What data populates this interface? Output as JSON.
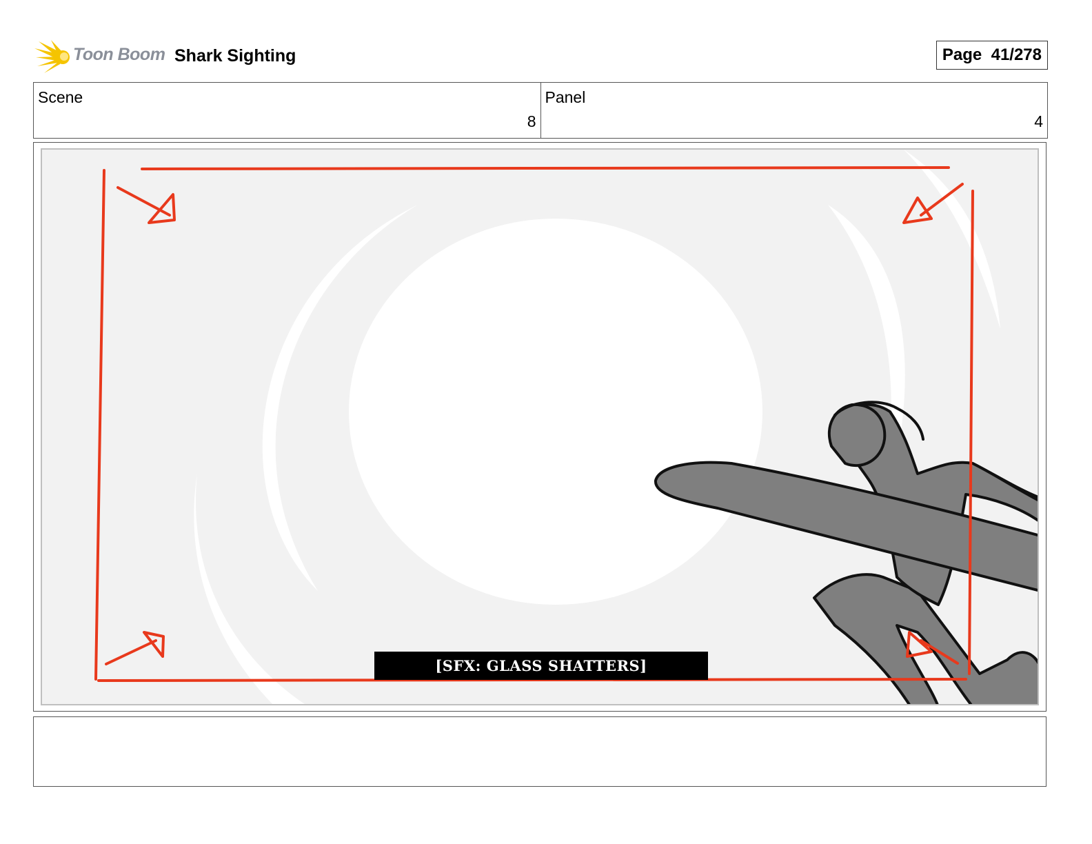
{
  "header": {
    "brand": "Toon Boom",
    "project_title": "Shark Sighting",
    "page_label": "Page",
    "page_value": "41/278"
  },
  "info": {
    "scene_label": "Scene",
    "scene_value": "8",
    "panel_label": "Panel",
    "panel_value": "4"
  },
  "panel": {
    "caption": "[SFX: GLASS SHATTERS]"
  },
  "notes": {
    "text": ""
  },
  "colors": {
    "brand_yellow": "#f5c400",
    "annotation_red": "#e8391c",
    "panel_bg": "#f2f2f2",
    "figure_gray": "#7f7f7f"
  },
  "icons": {
    "logo": "toon-boom-burst-icon"
  }
}
